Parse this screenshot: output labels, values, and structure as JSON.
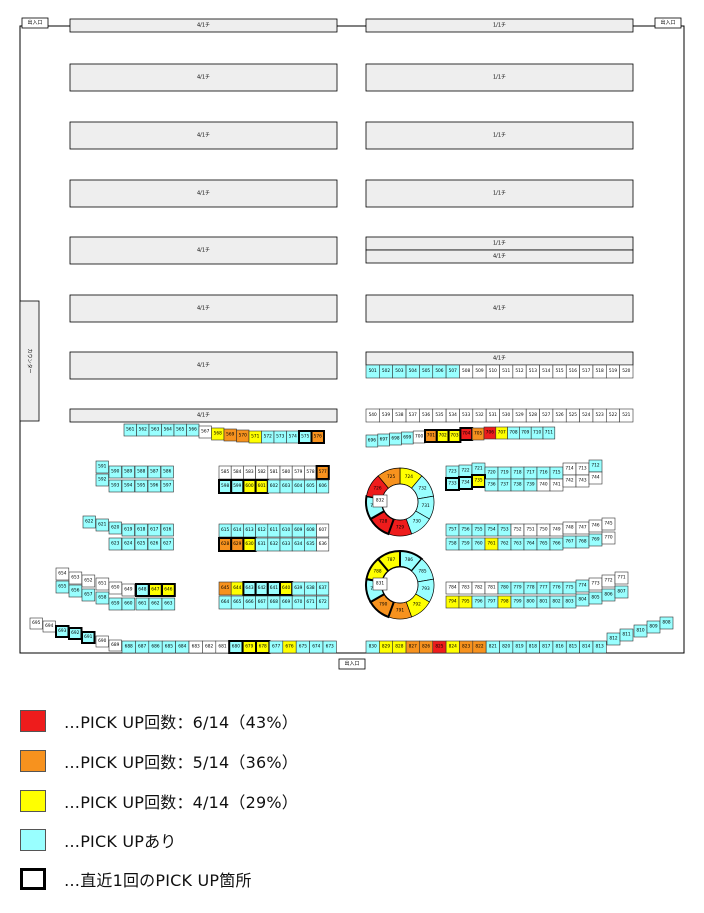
{
  "exit_label": "出入口",
  "counter_label": "カウンター",
  "colors": {
    "red": "#ee1c1c",
    "orange": "#f7921e",
    "yellow": "#ffff00",
    "cyan": "#99ffff",
    "white": "#ffffff",
    "bar": "#eeeeee"
  },
  "bars": [
    {
      "id": "L1",
      "label": "4/1チ"
    },
    {
      "id": "R1",
      "label": "1/1チ"
    },
    {
      "id": "L2",
      "label": "4/1チ"
    },
    {
      "id": "R2",
      "label": "1/1チ"
    },
    {
      "id": "L3",
      "label": "4/1チ"
    },
    {
      "id": "R3",
      "label": "1/1チ"
    },
    {
      "id": "L4",
      "label": "4/1チ"
    },
    {
      "id": "R4",
      "label": "1/1チ"
    },
    {
      "id": "L5",
      "label": "4/1チ"
    },
    {
      "id": "R5a",
      "label": "1/1チ"
    },
    {
      "id": "R5b",
      "label": "4/1チ"
    },
    {
      "id": "L6",
      "label": "4/1チ"
    },
    {
      "id": "R6",
      "label": "4/1チ"
    },
    {
      "id": "L7",
      "label": "4/1チ"
    },
    {
      "id": "R7",
      "label": "4/1チ"
    },
    {
      "id": "L8",
      "label": "4/1チ"
    }
  ],
  "machines": {
    "r501": [
      501,
      502,
      503,
      504,
      505,
      506,
      507,
      508,
      509,
      510,
      511,
      512,
      513,
      514,
      515,
      516,
      517,
      518,
      519,
      520
    ],
    "r501_colors": "CCCCCCCWWWWWWWWWWWWW",
    "r540": [
      540,
      539,
      538,
      537,
      536,
      535,
      534,
      533,
      532,
      531,
      530,
      529,
      528,
      527,
      526,
      525,
      524,
      523,
      522,
      521
    ],
    "r540_colors": "WWWWWWWWWWWWWWWWWWWW",
    "r561": [
      561,
      562,
      563,
      564,
      565,
      566,
      567,
      568,
      569,
      570,
      571,
      572,
      573,
      574,
      575,
      576
    ],
    "r561_colors": "CCCCCCWYOOYCCCCO",
    "r561_frames": [
      575,
      576
    ],
    "r585": [
      585,
      584,
      583,
      582,
      581,
      580,
      579,
      578,
      577
    ],
    "r585_colors": "WWWWWWWWO",
    "r585_frames": [
      577
    ],
    "r598": [
      598,
      599,
      600,
      601,
      602,
      603,
      604,
      605,
      606
    ],
    "r598_colors": "CCYYCCCCC",
    "r598_frames": [
      598,
      599,
      600,
      601
    ],
    "r615": [
      615,
      614,
      613,
      612,
      611,
      610,
      609,
      608,
      607
    ],
    "r615_colors": "CCCCCCCCW",
    "r628": [
      628,
      629,
      630,
      631,
      632,
      633,
      634,
      635,
      636
    ],
    "r628_colors": "OOYCCCCCW",
    "r628_frames": [
      628,
      629,
      630
    ],
    "r645": [
      645,
      644,
      643,
      642,
      641,
      640,
      639,
      638,
      637
    ],
    "r645_colors": "OYCCCYCCC",
    "r645_frames": [
      643,
      642,
      641,
      640
    ],
    "r664": [
      664,
      665,
      666,
      667,
      668,
      669,
      670,
      671,
      672
    ],
    "r664_colors": "CCCCCCCCC",
    "r696": [
      696,
      697,
      698,
      699,
      700,
      701,
      702,
      703,
      704,
      705,
      706,
      707,
      708,
      709,
      710,
      711
    ],
    "r696_colors": "CCCCWOYYRORYCCCC",
    "r696_frames": [
      701,
      702,
      703,
      704
    ],
    "r723": [
      723,
      722,
      721,
      720,
      719,
      718,
      717,
      716,
      715,
      714,
      713,
      712
    ],
    "r723_colors": "CCCCCCCCCWWC",
    "r733": [
      733,
      734,
      735,
      736,
      737,
      738,
      739,
      740,
      741,
      742,
      743,
      744
    ],
    "r733_colors": "CCYCCCCWWWWW",
    "r733_frames": [
      733,
      734,
      735
    ],
    "r757": [
      757,
      756,
      755,
      754,
      753,
      752,
      751,
      750,
      749,
      748,
      747,
      746,
      745
    ],
    "r757_colors": "CCCCCWWWWWWWW",
    "r758": [
      758,
      759,
      760,
      761,
      762,
      763,
      764,
      765,
      766,
      767,
      768,
      769,
      770
    ],
    "r758_colors": "CCCYCCCCCCCCW",
    "r784": [
      784,
      783,
      782,
      781,
      780,
      779,
      778,
      777,
      776,
      775,
      774,
      773,
      772,
      771
    ],
    "r784_colors": "WWWWCCCCCCCWWW",
    "r794": [
      794,
      795,
      796,
      797,
      798,
      799,
      800,
      801,
      802,
      803,
      804,
      805,
      806,
      807
    ],
    "r794_colors": "YYCCYCCCCCCCCC",
    "r591": [
      591,
      592,
      590,
      589,
      588,
      587,
      586,
      593,
      594,
      595,
      596,
      597
    ],
    "r591_colors": "CCCCCCCCCCCC",
    "r622": [
      622,
      621,
      620,
      619,
      618,
      617,
      616,
      623,
      624,
      625,
      626,
      627
    ],
    "r622_colors": "CCCCCCCCCCCC",
    "r654": [
      654,
      653,
      652,
      651,
      650,
      649,
      648,
      647,
      646,
      655,
      656,
      657,
      658,
      659,
      660,
      661,
      662,
      663
    ],
    "r654_colors": "WWWWWWCYYCCCCCCCCC",
    "r654_frames": [
      648,
      647,
      646
    ],
    "r695": [
      695,
      694,
      693,
      692,
      691,
      690,
      689
    ],
    "r695_colors": "WWCCCWW",
    "r695_frames": [
      693,
      692,
      691
    ],
    "r688": [
      688,
      687,
      686,
      685,
      684,
      683,
      682,
      681,
      680,
      679,
      678,
      677,
      676,
      675,
      674,
      673
    ],
    "r688_colors": "CCCCCWWWCYYCYCCC",
    "r688_frames": [
      680,
      679,
      678
    ],
    "r830": [
      830,
      829,
      828,
      827,
      826,
      825,
      824,
      823,
      822,
      821,
      820,
      819,
      818,
      817,
      816,
      815,
      814,
      813
    ],
    "r830_colors": "CYYOORYOOCCCCCCCCC",
    "r808": [
      812,
      811,
      810,
      809,
      808
    ],
    "r808_colors": "CCCCC",
    "round1": [
      724,
      732,
      731,
      730,
      729,
      728,
      727,
      726,
      725
    ],
    "round1_colors": "YCCCRRCRO",
    "round1_frames": [
      727,
      728
    ],
    "round1_center": 832,
    "round2": [
      786,
      785,
      793,
      792,
      791,
      790,
      789,
      788,
      787
    ],
    "round2_colors": "CCCYOOCYY",
    "round2_frames": [
      786,
      787,
      788,
      789,
      790
    ],
    "round2_center": 831
  },
  "legend": [
    {
      "swatch": "red",
      "text": "…PICK UP回数：6/14（43%）"
    },
    {
      "swatch": "orange",
      "text": "…PICK UP回数：5/14（36%）"
    },
    {
      "swatch": "yellow",
      "text": "…PICK UP回数：4/14（29%）"
    },
    {
      "swatch": "cyan",
      "text": "…PICK UPあり"
    },
    {
      "swatch": "frame",
      "text": "…直近1回のPICK UP箇所"
    }
  ]
}
